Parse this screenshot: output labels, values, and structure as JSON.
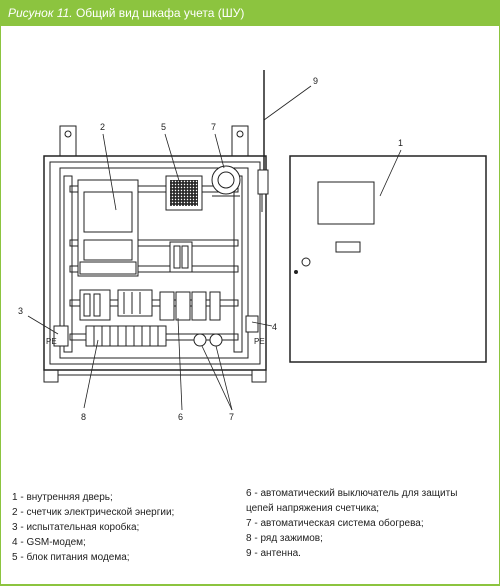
{
  "header": {
    "figure_label": "Рисунок 11.",
    "title": " Общий вид шкафа учета (ШУ)"
  },
  "callouts": [
    "1",
    "2",
    "3",
    "4",
    "5",
    "6",
    "7",
    "7",
    "8",
    "9"
  ],
  "pe_labels": [
    "PE",
    "PE"
  ],
  "legend": {
    "left": [
      "1 - внутренняя дверь;",
      "2 - счетчик электрической энергии;",
      "3 - испытательная коробка;",
      "4 - GSM-модем;",
      "5 - блок питания модема;"
    ],
    "right": [
      "6 - автоматический выключатель для защиты",
      "цепей напряжения счетчика;",
      "7 - автоматическая система обогрева;",
      "8 - ряд зажимов;",
      "9 - антенна."
    ]
  },
  "colors": {
    "accent": "#8cc43f",
    "line": "#222222"
  }
}
